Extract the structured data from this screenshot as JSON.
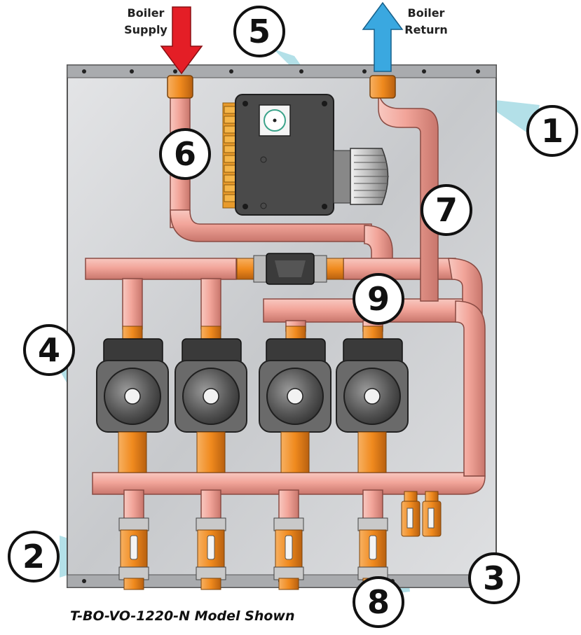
{
  "labels": {
    "supply": [
      "Boiler",
      "Supply"
    ],
    "return": [
      "Boiler",
      "Return"
    ]
  },
  "callouts": [
    "1",
    "2",
    "3",
    "4",
    "5",
    "6",
    "7",
    "8",
    "9"
  ],
  "caption": "T-BO-VO-1220-N Model Shown",
  "colors": {
    "supply_arrow": "#e41e26",
    "return_arrow": "#3aa8e0",
    "copper": "#f2a59a",
    "brass": "#f08a1e",
    "panel": "#c9cbce",
    "callout_beam": "#a6dbe4"
  }
}
